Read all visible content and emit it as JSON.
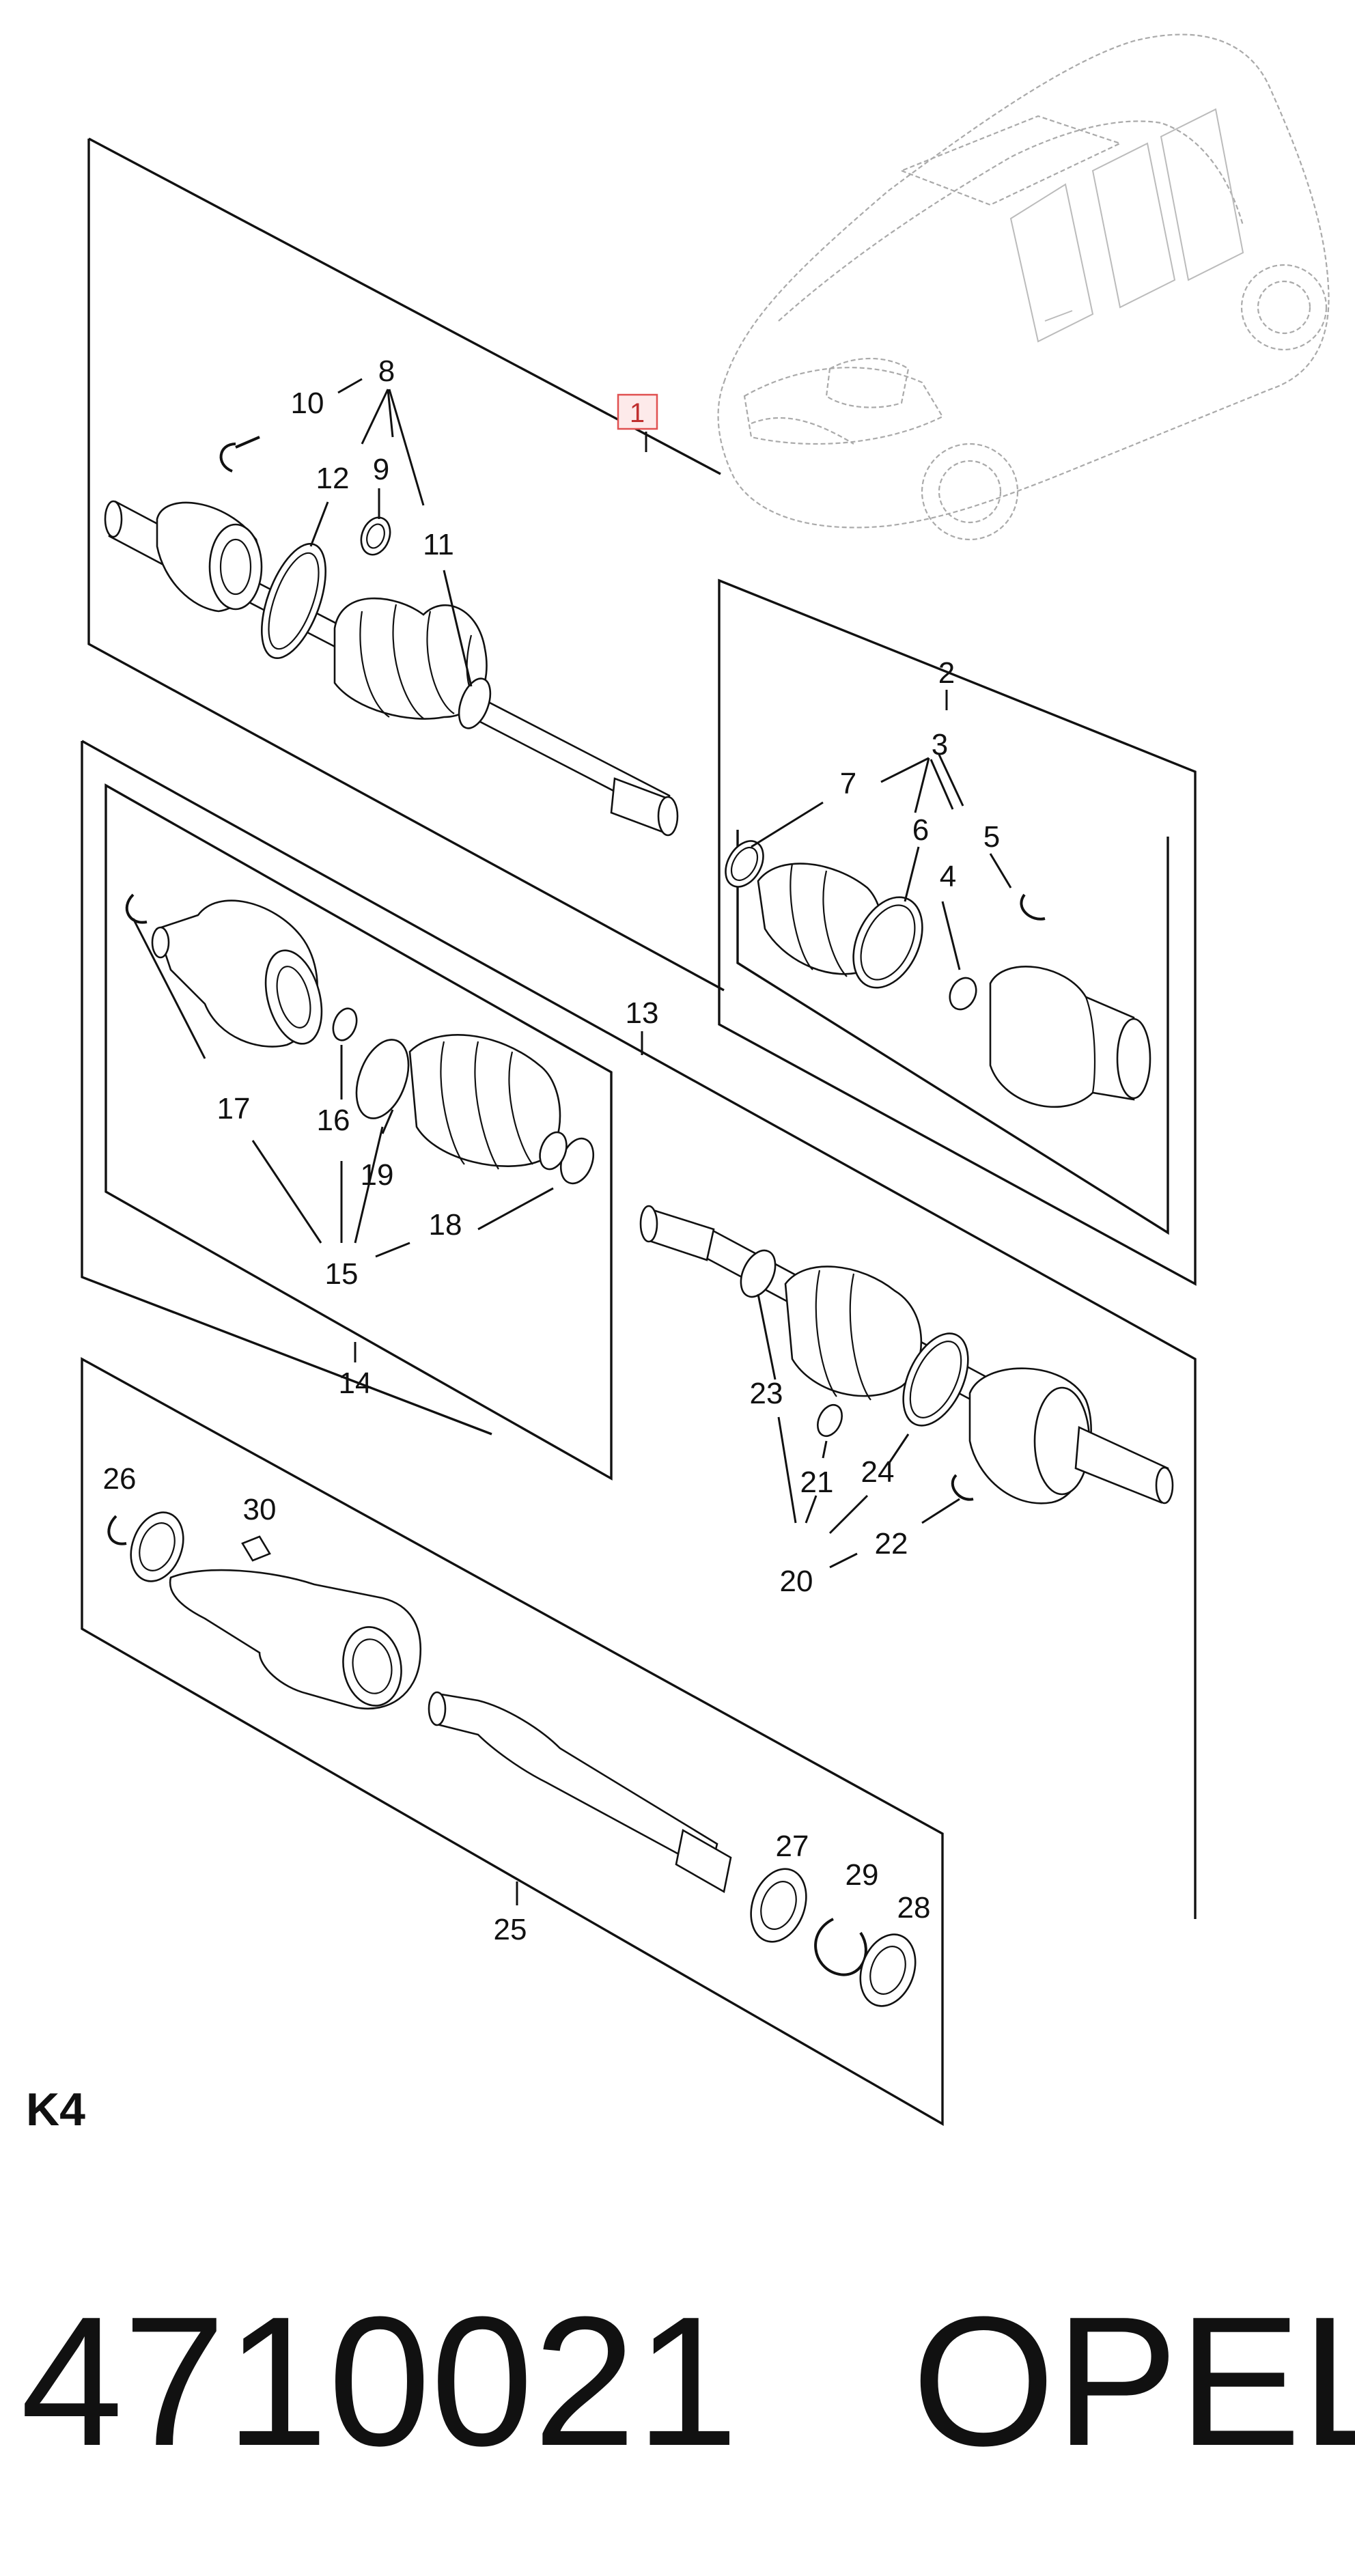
{
  "diagram": {
    "highlighted_callout": "1",
    "callouts": [
      "2",
      "3",
      "4",
      "5",
      "6",
      "7",
      "8",
      "9",
      "10",
      "11",
      "12",
      "13",
      "14",
      "15",
      "16",
      "17",
      "18",
      "19",
      "20",
      "21",
      "22",
      "23",
      "24",
      "25",
      "26",
      "27",
      "28",
      "29",
      "30"
    ],
    "section_label": "K4"
  },
  "footer": {
    "part_number": "4710021",
    "brand": "OPEL"
  }
}
